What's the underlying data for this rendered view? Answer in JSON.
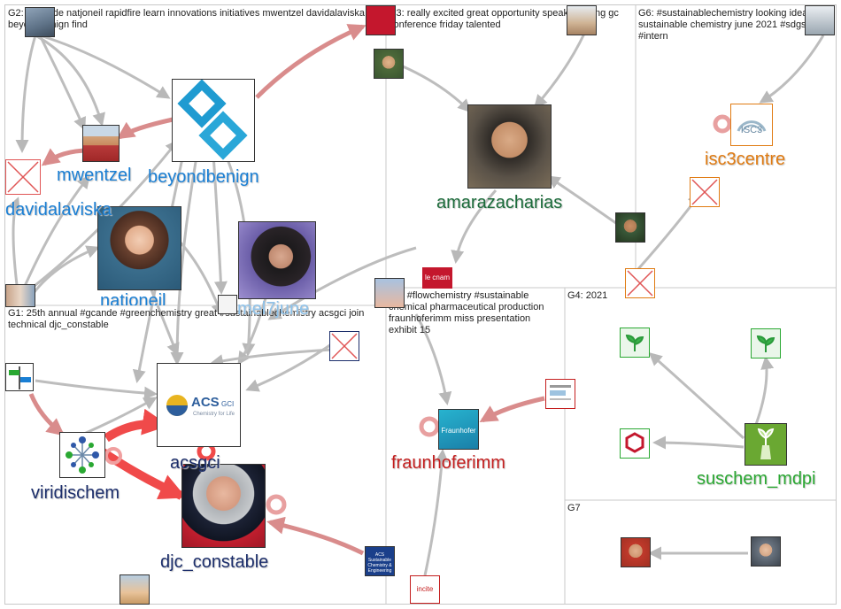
{
  "groups": [
    {
      "id": "G2",
      "caption": "G2: #gcande natjoneil rapidfire learn innovations initiatives mwentzel davidalaviska beyondbenign find"
    },
    {
      "id": "G3",
      "caption": "G3: really excited great opportunity speak opening gc conference friday talented"
    },
    {
      "id": "G6",
      "caption": "G6: #sustainablechemistry looking ideas sustainable chemistry june 2021 #sdgs hiring #intern"
    },
    {
      "id": "G1",
      "caption": "G1: 25th annual #gcande #greenchemistry great #sustainablechemistry acsgci join technical djc_constable"
    },
    {
      "id": "G5",
      "caption": "G5: #flowchemistry #sustainable chemical pharmaceutical production fraunhoferimm miss presentation exhibit 15"
    },
    {
      "id": "G4",
      "caption": "G4: 2021"
    },
    {
      "id": "G7",
      "caption": "G7"
    }
  ],
  "nodes": [
    {
      "id": "mwentzel",
      "label": "mwentzel",
      "color": "#1a7fd4",
      "icon": "person-avatar-icon"
    },
    {
      "id": "beyondbenign",
      "label": "beyondbenign",
      "color": "#1a7fd4",
      "icon": "beyondbenign-logo-icon"
    },
    {
      "id": "davidalaviska",
      "label": "davidalaviska",
      "color": "#1a7fd4",
      "icon": "broken-image-icon"
    },
    {
      "id": "natjoneil",
      "label": "natjoneil",
      "color": "#1a7fd4",
      "icon": "person-avatar-icon"
    },
    {
      "id": "mel7june",
      "label": "mel7june",
      "color": "#1a7fd4",
      "icon": "person-avatar-icon"
    },
    {
      "id": "amarazacharias",
      "label": "amarazacharias",
      "color": "#1b6b3a",
      "icon": "person-avatar-icon"
    },
    {
      "id": "isc3centre",
      "label": "isc3centre",
      "color": "#e07b12",
      "icon": "isc3-logo-icon"
    },
    {
      "id": "acsgci",
      "label": "acsgci",
      "color": "#1c2e6b",
      "icon": "acs-gci-logo-icon"
    },
    {
      "id": "viridischem",
      "label": "viridischem",
      "color": "#1c2e6b",
      "icon": "network-logo-icon"
    },
    {
      "id": "djc_constable",
      "label": "djc_constable",
      "color": "#1c2e6b",
      "icon": "person-avatar-icon"
    },
    {
      "id": "fraunhoferimm",
      "label": "fraunhoferimm",
      "color": "#c41e1e",
      "icon": "fraunhofer-logo-icon"
    },
    {
      "id": "suschem_mdpi",
      "label": "suschem_mdpi",
      "color": "#2aa832",
      "icon": "plant-logo-icon"
    }
  ],
  "small_icons": [
    {
      "id": "lecnam",
      "text": "le cnam",
      "color": "#c4172d"
    },
    {
      "id": "sustainable-eng",
      "text": "ACS Sustainable Chemistry & Engineering",
      "color": "#1a3f8a"
    },
    {
      "id": "incite",
      "text": "incite",
      "color": "#c41e1e"
    }
  ],
  "colors": {
    "edge_gray": "#bdbdbd",
    "edge_red": "#d98c8c",
    "edge_strong_red": "#f04a4a",
    "panel_border": "#c8c8c8"
  }
}
